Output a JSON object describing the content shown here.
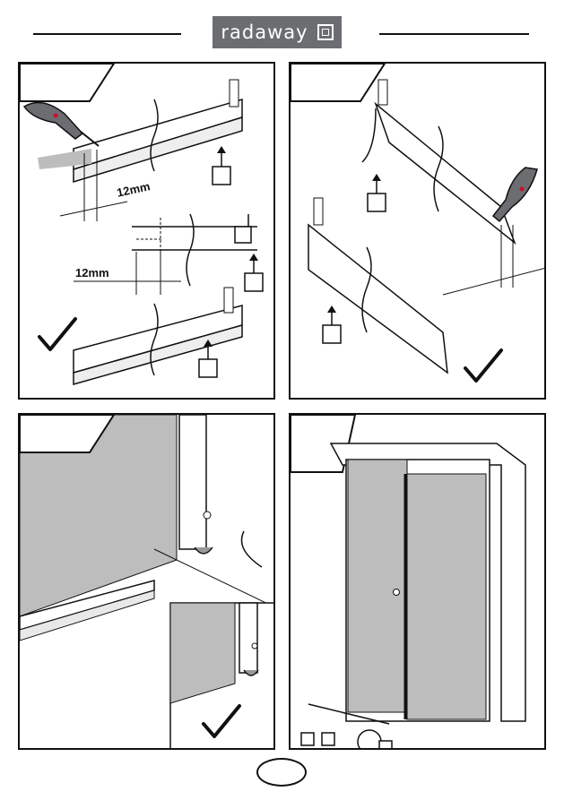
{
  "header": {
    "brand_name": "radaway"
  },
  "steps": [
    {
      "id": "step-1",
      "dimension_labels": [
        "12mm",
        "12mm"
      ]
    },
    {
      "id": "step-2",
      "dimension_labels": []
    },
    {
      "id": "step-3",
      "dimension_labels": []
    },
    {
      "id": "step-4",
      "dimension_labels": []
    }
  ],
  "colors": {
    "ink": "#111111",
    "logo_background": "#6b6d70",
    "glass": "#bdbdbd"
  },
  "icons": [
    "check-icon",
    "cutter-knife-icon",
    "up-arrow-icon"
  ],
  "footer": {
    "page_number": ""
  }
}
